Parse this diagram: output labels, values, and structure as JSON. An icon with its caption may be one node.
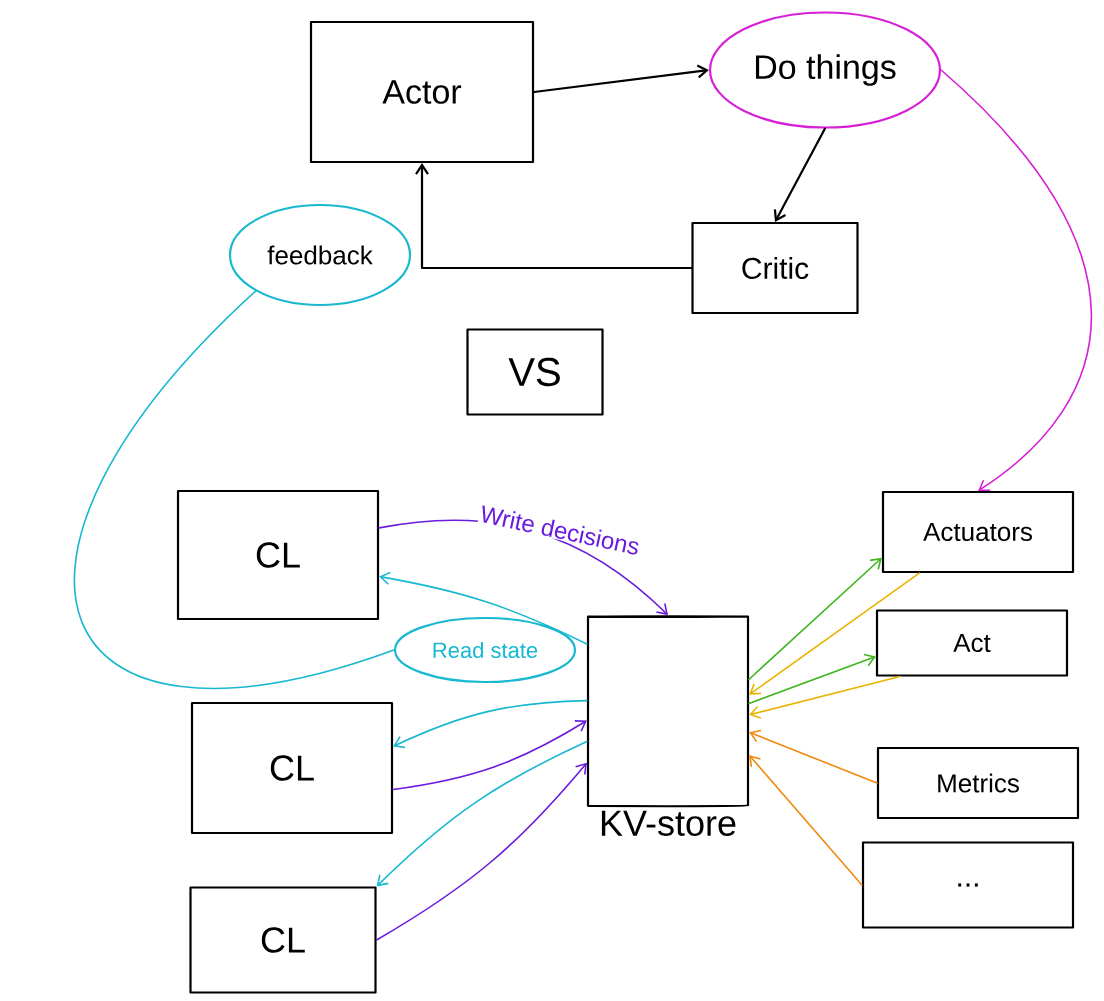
{
  "diagram": {
    "nodes": [
      {
        "text": [
          "Actor"
        ]
      },
      {
        "text": [
          "Do things"
        ]
      },
      {
        "text": [
          "Critic"
        ]
      },
      {
        "text": [
          "feedback"
        ]
      },
      {
        "text": [
          "VS"
        ]
      },
      {
        "text": [
          "CL"
        ]
      },
      {
        "text": [
          "Read state"
        ]
      },
      {
        "text": [
          "CL"
        ]
      },
      {
        "text": [
          "CL"
        ]
      },
      {
        "text": [
          "KV-store"
        ]
      },
      {
        "text": [
          "Actuators"
        ]
      },
      {
        "text": [
          "Act"
        ]
      },
      {
        "text": [
          "Metrics"
        ]
      },
      {
        "text": [
          "..."
        ]
      }
    ],
    "edges": [
      {
        "from": 0,
        "to": 1,
        "arrow": "to",
        "color": "#000000"
      },
      {
        "from": 1,
        "to": 2,
        "arrow": "to",
        "color": "#000000"
      },
      {
        "from": 2,
        "to": 0,
        "arrow": "to",
        "color": "#000000"
      },
      {
        "from": 3,
        "to": 6,
        "arrow": "none",
        "color": "#17b8d0"
      },
      {
        "from": 1,
        "to": 10,
        "arrow": "to",
        "color": "#d61fd6"
      },
      {
        "from": 5,
        "to": 9,
        "arrow": "to",
        "label": "Write decisions",
        "color": "#6a1bdc"
      },
      {
        "from": 9,
        "to": 5,
        "arrow": "to",
        "color": "#17b8d0"
      },
      {
        "from": 9,
        "to": 7,
        "arrow": "to",
        "color": "#17b8d0"
      },
      {
        "from": 7,
        "to": 9,
        "arrow": "to",
        "color": "#6a1bdc"
      },
      {
        "from": 9,
        "to": 8,
        "arrow": "to",
        "color": "#17b8d0"
      },
      {
        "from": 8,
        "to": 9,
        "arrow": "to",
        "color": "#6a1bdc"
      },
      {
        "from": 9,
        "to": 10,
        "arrow": "to",
        "color": "#3db51d"
      },
      {
        "from": 10,
        "to": 9,
        "arrow": "to",
        "color": "#e8b400"
      },
      {
        "from": 9,
        "to": 11,
        "arrow": "to",
        "color": "#3db51d"
      },
      {
        "from": 11,
        "to": 9,
        "arrow": "to",
        "color": "#e8b400"
      },
      {
        "from": 12,
        "to": 9,
        "arrow": "to",
        "color": "#f08a10"
      },
      {
        "from": 13,
        "to": 9,
        "arrow": "to",
        "color": "#f08a10"
      }
    ]
  }
}
